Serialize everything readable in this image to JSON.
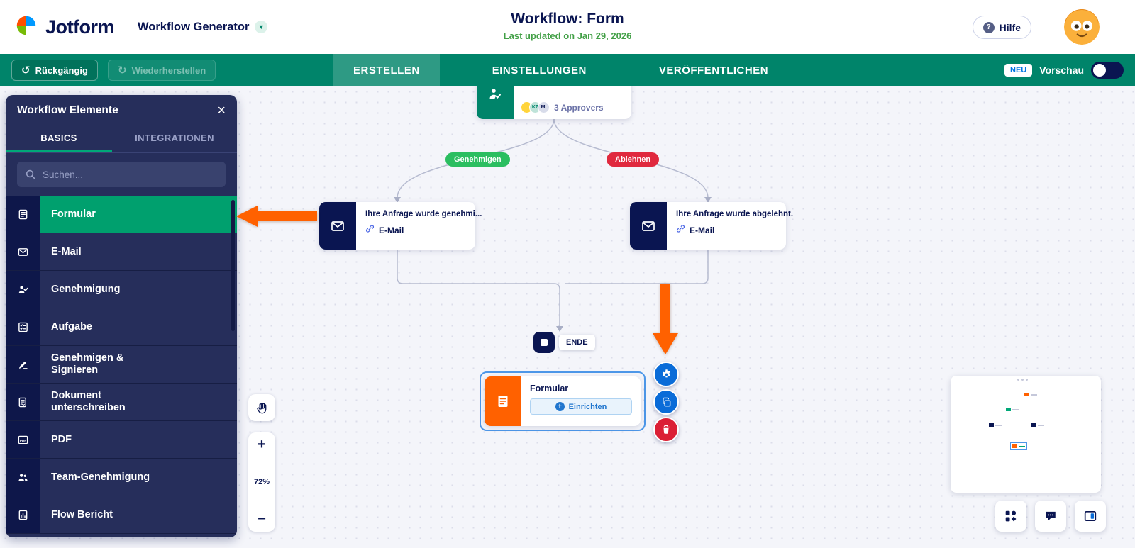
{
  "header": {
    "brand": "Jotform",
    "product": "Workflow Generator",
    "title": "Workflow: Form",
    "last_updated": "Last updated on Jan 29, 2026",
    "help": "Hilfe"
  },
  "toolbar": {
    "undo": "Rückgängig",
    "redo": "Wiederherstellen",
    "tabs": [
      {
        "label": "ERSTELLEN"
      },
      {
        "label": "EINSTELLUNGEN"
      },
      {
        "label": "VERÖFFENTLICHEN"
      }
    ],
    "new_badge": "NEU",
    "preview": "Vorschau"
  },
  "panel": {
    "title": "Workflow Elemente",
    "close": "×",
    "tabs": [
      {
        "label": "BASICS"
      },
      {
        "label": "INTEGRATIONEN"
      }
    ],
    "search_placeholder": "Suchen...",
    "items": [
      {
        "label": "Formular"
      },
      {
        "label": "E-Mail"
      },
      {
        "label": "Genehmigung"
      },
      {
        "label": "Aufgabe"
      },
      {
        "label": "Genehmigen & Signieren"
      },
      {
        "label": "Dokument unterschreiben"
      },
      {
        "label": "PDF"
      },
      {
        "label": "Team-Genehmigung"
      },
      {
        "label": "Flow Bericht"
      }
    ]
  },
  "canvas": {
    "approval": {
      "approvers": "3 Approvers",
      "avatar2": "KZ",
      "avatar3": "MI"
    },
    "branches": {
      "approve": "Genehmigen",
      "deny": "Ablehnen"
    },
    "emails": [
      {
        "title": "Ihre Anfrage wurde genehmi...",
        "type": "E-Mail"
      },
      {
        "title": "Ihre Anfrage wurde abgelehnt.",
        "type": "E-Mail"
      }
    ],
    "end": {
      "label": "ENDE"
    },
    "form": {
      "title": "Formular",
      "setup": "Einrichten"
    },
    "zoom": {
      "in": "+",
      "level": "72%",
      "out": "−"
    }
  },
  "colors": {
    "teal": "#00846A",
    "navy": "#0A1551",
    "orange": "#FF6100",
    "green": "#2BBE60",
    "red": "#E0293E",
    "blue": "#0A6CD8",
    "selection": "#4D97E8"
  }
}
